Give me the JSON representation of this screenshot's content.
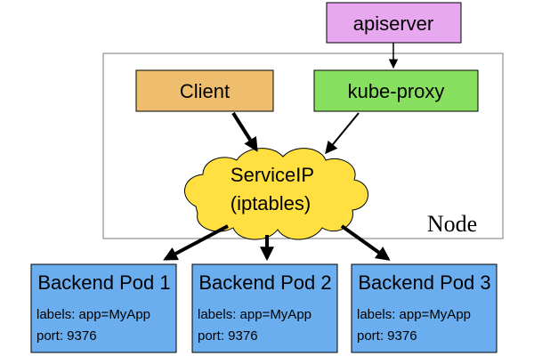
{
  "colors": {
    "apiserver_fill": "#e8a8f0",
    "client_fill": "#eebd6e",
    "kube_proxy_fill": "#88e060",
    "service_cloud_fill": "#ffe040",
    "pod_fill": "#6aaef0",
    "node_border": "#7a7a7a",
    "arrow": "#000000"
  },
  "apiserver": {
    "label": "apiserver"
  },
  "node": {
    "label": "Node"
  },
  "client": {
    "label": "Client"
  },
  "kube_proxy": {
    "label": "kube-proxy"
  },
  "service": {
    "line1": "ServiceIP",
    "line2": "(iptables)"
  },
  "pods": [
    {
      "title": "Backend Pod 1",
      "labels": "labels: app=MyApp",
      "port": "port: 9376"
    },
    {
      "title": "Backend Pod 2",
      "labels": "labels: app=MyApp",
      "port": "port: 9376"
    },
    {
      "title": "Backend Pod 3",
      "labels": "labels: app=MyApp",
      "port": "port: 9376"
    }
  ]
}
